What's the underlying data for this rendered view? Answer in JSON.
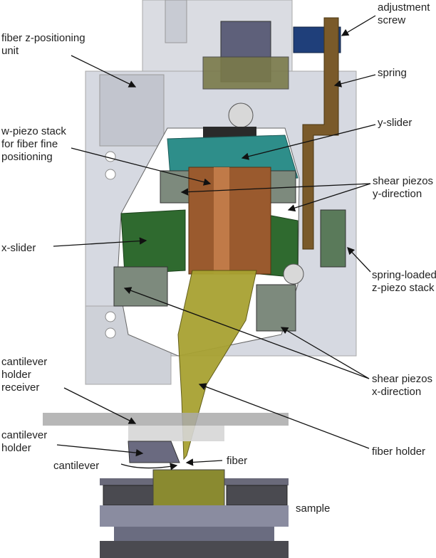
{
  "labels": {
    "adjustment_screw": [
      "adjustment",
      "screw"
    ],
    "fiber_z_unit": [
      "fiber z-positioning",
      "unit"
    ],
    "spring": "spring",
    "y_slider": "y-slider",
    "w_piezo": [
      "w-piezo stack",
      "for fiber fine",
      "positioning"
    ],
    "shear_y": [
      "shear piezos",
      "y-direction"
    ],
    "x_slider": "x-slider",
    "z_piezo": [
      "spring-loaded",
      "z-piezo stack"
    ],
    "receiver": [
      "cantilever",
      "holder",
      "receiver"
    ],
    "shear_x": [
      "shear piezos",
      "x-direction"
    ],
    "holder": [
      "cantilever",
      "holder"
    ],
    "fiber_holder": "fiber holder",
    "cantilever": "cantilever",
    "fiber": "fiber",
    "sample": "sample"
  },
  "colors": {
    "frame": "#c9ccd6",
    "screw": "#1f3f7a",
    "spring": "#7a5a2a",
    "teal": "#2e8e8a",
    "green": "#2f6a2f",
    "copper": "#9a5a2e",
    "olive": "#a8a232"
  }
}
